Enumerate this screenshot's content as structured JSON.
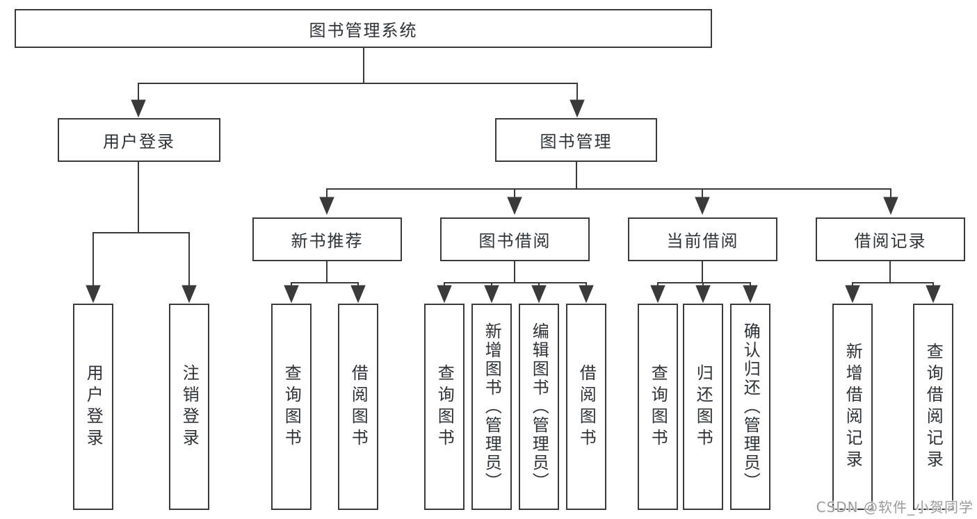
{
  "tree": {
    "root": {
      "label": "图书管理系统",
      "children": [
        {
          "label": "用户登录",
          "children": [
            {
              "label": "用户登录"
            },
            {
              "label": "注销登录"
            }
          ]
        },
        {
          "label": "图书管理",
          "children": [
            {
              "label": "新书推荐",
              "children": [
                {
                  "label": "查询图书"
                },
                {
                  "label": "借阅图书"
                }
              ]
            },
            {
              "label": "图书借阅",
              "children": [
                {
                  "label": "查询图书"
                },
                {
                  "label": "新增图书（管理员）"
                },
                {
                  "label": "编辑图书（管理员）"
                },
                {
                  "label": "借阅图书"
                }
              ]
            },
            {
              "label": "当前借阅",
              "children": [
                {
                  "label": "查询图书"
                },
                {
                  "label": "归还图书"
                },
                {
                  "label": "确认归还（管理员）"
                }
              ]
            },
            {
              "label": "借阅记录",
              "children": [
                {
                  "label": "新增借阅记录"
                },
                {
                  "label": "查询借阅记录"
                }
              ]
            }
          ]
        }
      ]
    }
  },
  "watermark": {
    "text": "CSDN @软件_小贺同学"
  },
  "colors": {
    "line": "#3a3a3a",
    "watermark": "#9b9b9b",
    "background": "#ffffff"
  }
}
